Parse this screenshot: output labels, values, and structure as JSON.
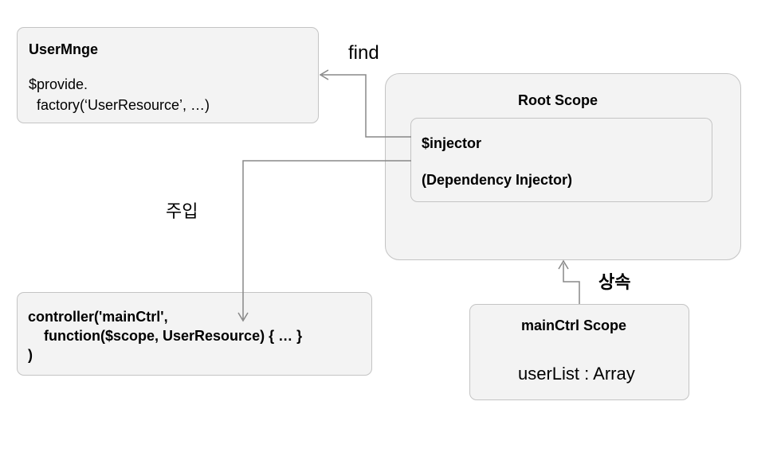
{
  "user_mnge": {
    "title": "UserMnge",
    "line1": "$provide.",
    "line2": "  factory(‘UserResource’, …)"
  },
  "root_scope": {
    "title": "Root Scope"
  },
  "injector": {
    "title": "$injector",
    "subtitle": "(Dependency Injector)"
  },
  "controller": {
    "line1": "controller('mainCtrl',",
    "line2": "    function($scope, UserResource) { … }",
    "line3": ")"
  },
  "main_ctrl_scope": {
    "title": "mainCtrl Scope",
    "field": "userList : Array"
  },
  "edges": {
    "find": "find",
    "inject": "주입",
    "inherit": "상속"
  },
  "colors": {
    "box_fill": "#f3f3f3",
    "box_border": "#c4c4c4",
    "arrow": "#888888"
  }
}
